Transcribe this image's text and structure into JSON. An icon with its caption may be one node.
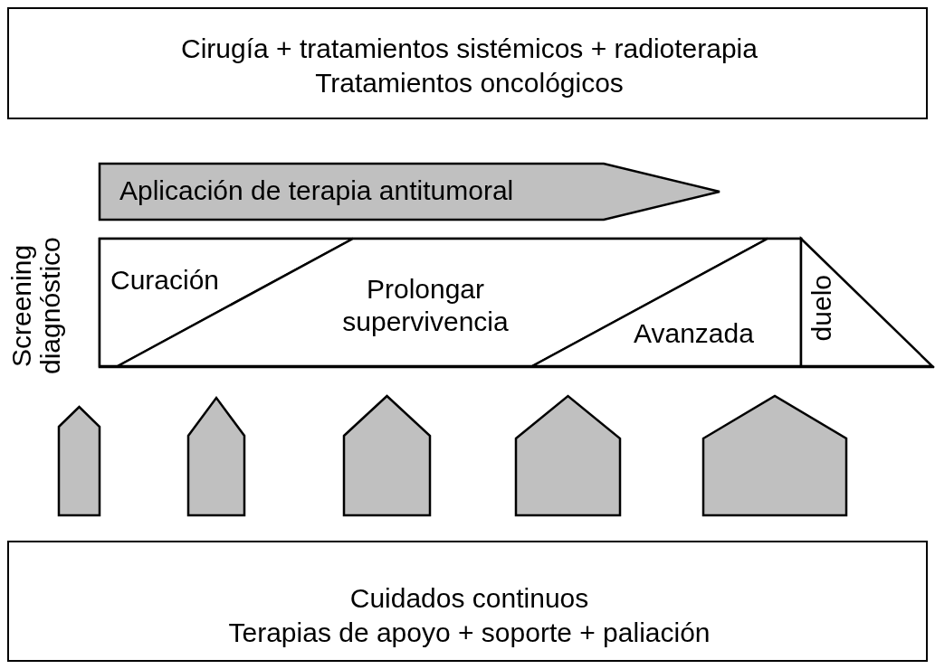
{
  "diagram": {
    "nodes": [
      {
        "text": [
          "Cirugía + tratamientos sistémicos + radioterapia",
          "Tratamientos oncológicos"
        ]
      },
      {
        "text": [
          "Aplicación de terapia antitumoral"
        ]
      },
      {
        "text": [],
        "shape": "box"
      },
      {
        "text": [
          "Curación"
        ],
        "in": 2
      },
      {
        "text": [
          "Prolongar supervivencia"
        ],
        "in": 2
      },
      {
        "text": [
          "Avanzada"
        ],
        "in": 2
      },
      {
        "text": [
          "duelo"
        ],
        "in": 2
      },
      {
        "text": [],
        "shape": "pentagon"
      },
      {
        "text": [],
        "shape": "pentagon"
      },
      {
        "text": [],
        "shape": "pentagon"
      },
      {
        "text": [],
        "shape": "pentagon"
      },
      {
        "text": [],
        "shape": "pentagon"
      },
      {
        "text": [
          "Cuidados continuos",
          "Terapias de apoyo + soporte + paliación"
        ]
      }
    ],
    "edges": [],
    "labels": [
      "Screening diagnóstico"
    ]
  }
}
